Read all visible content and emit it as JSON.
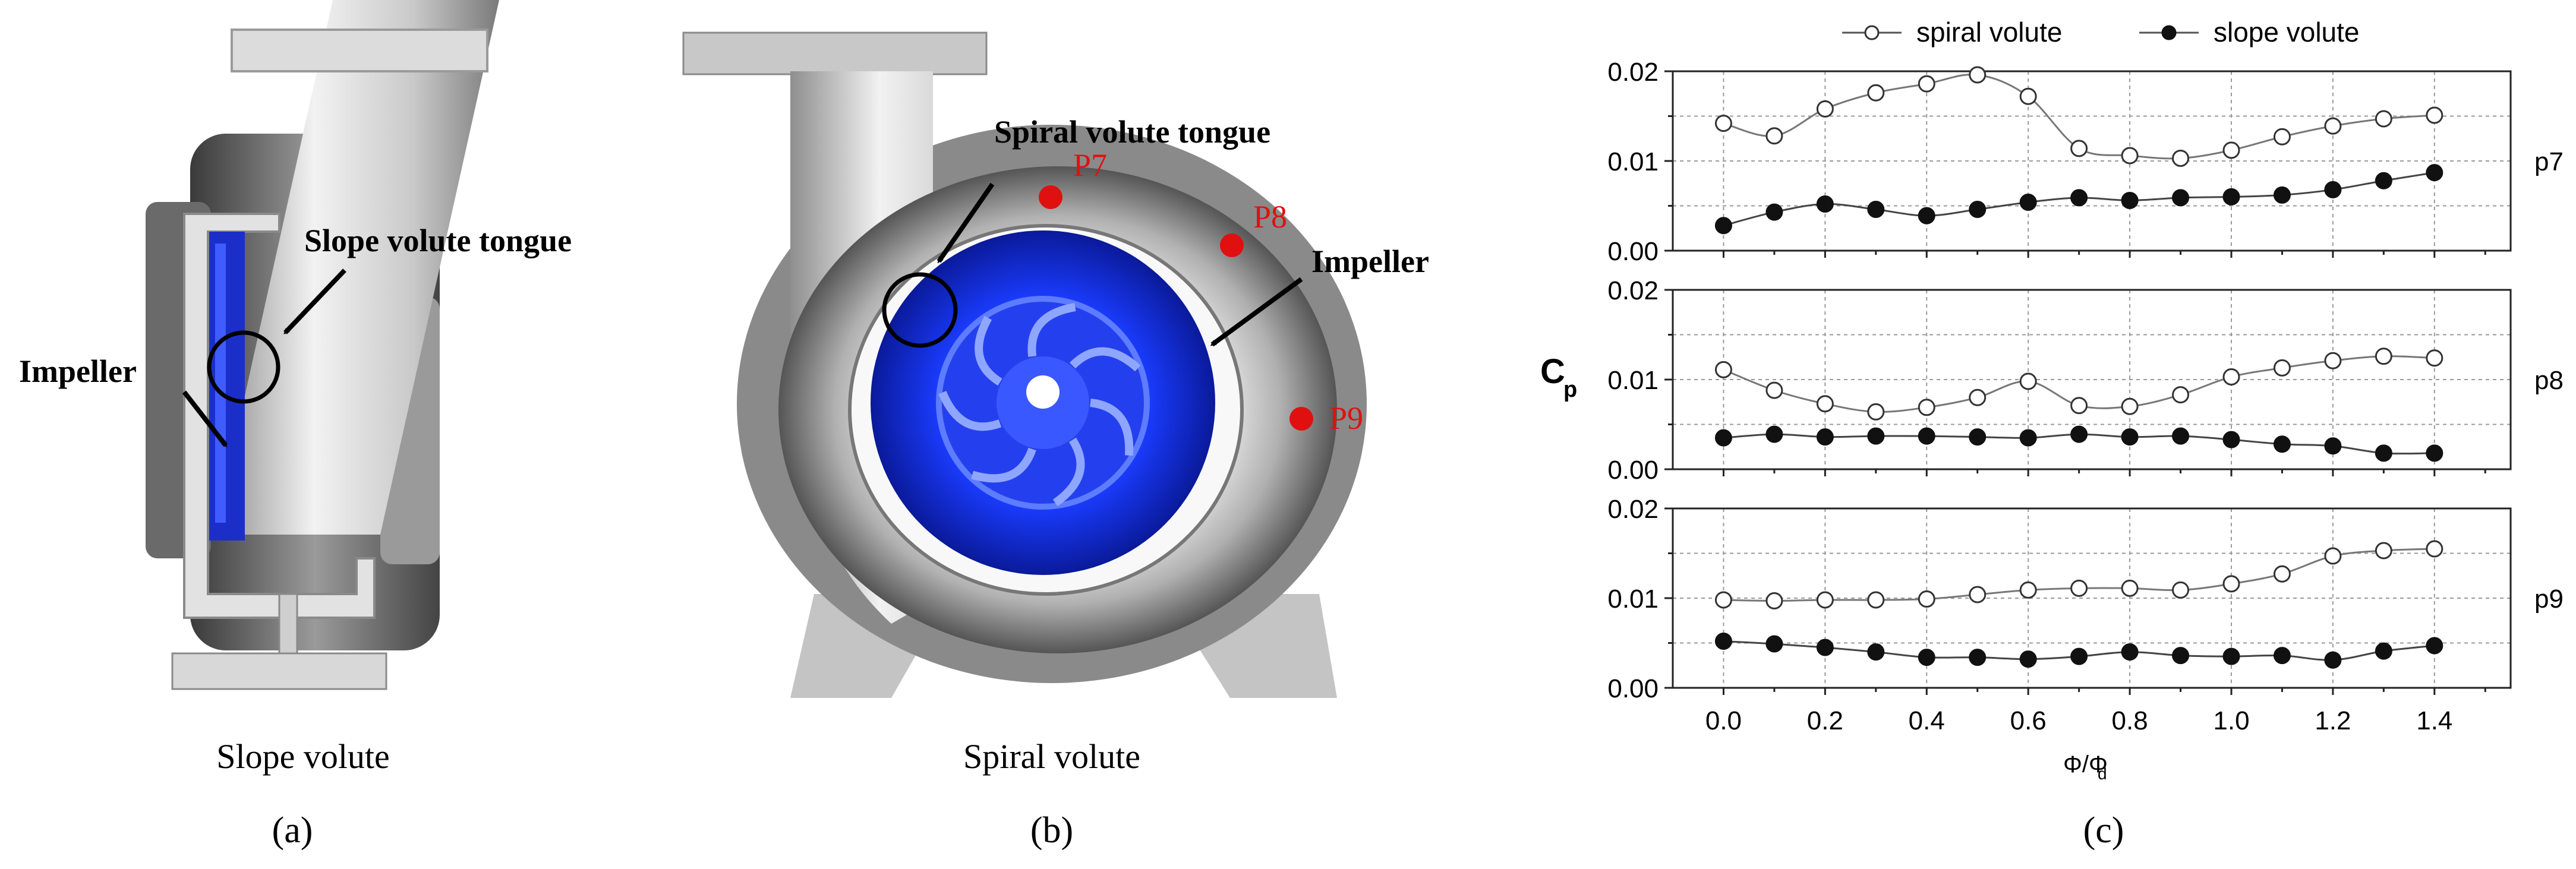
{
  "panel_a": {
    "caption": "Slope volute",
    "letter": "(a)",
    "annotations": {
      "tongue": "Slope volute tongue",
      "impeller": "Impeller"
    }
  },
  "panel_b": {
    "caption": "Spiral volute",
    "letter": "(b)",
    "annotations": {
      "tongue": "Spiral volute tongue",
      "impeller": "Impeller"
    },
    "probe_points": [
      "P7",
      "P8",
      "P9"
    ],
    "colors": {
      "probe": "#e01010",
      "impeller": "#1a3cff",
      "casing": "#b8b8b8"
    }
  },
  "panel_c": {
    "letter": "(c)"
  },
  "chart_data": {
    "type": "line",
    "legend": {
      "position": "top",
      "entries": [
        {
          "name": "spiral volute",
          "marker": "open-circle"
        },
        {
          "name": "slope volute",
          "marker": "filled-circle"
        }
      ]
    },
    "ylabel": "C",
    "ylabel_sub": "p",
    "xlabel": "Φ/Φ",
    "xlabel_sub": "d",
    "x": [
      0.0,
      0.1,
      0.2,
      0.3,
      0.4,
      0.5,
      0.6,
      0.7,
      0.8,
      0.9,
      1.0,
      1.1,
      1.2,
      1.3,
      1.4
    ],
    "xlim": [
      -0.1,
      1.55
    ],
    "xticks": [
      "0.0",
      "0.2",
      "0.4",
      "0.6",
      "0.8",
      "1.0",
      "1.2",
      "1.4"
    ],
    "grid": true,
    "subplots": [
      {
        "label": "p7",
        "ylim": [
          0,
          0.02
        ],
        "yticks": [
          "0.00",
          "0.01",
          "0.02"
        ],
        "series": [
          {
            "name": "spiral volute",
            "values": [
              0.0142,
              0.0128,
              0.0158,
              0.0176,
              0.0186,
              0.0196,
              0.0172,
              0.0114,
              0.0106,
              0.0103,
              0.0112,
              0.0127,
              0.0139,
              0.0147,
              0.0151
            ]
          },
          {
            "name": "slope volute",
            "values": [
              0.0028,
              0.0043,
              0.0052,
              0.0046,
              0.0039,
              0.0046,
              0.0054,
              0.0059,
              0.0056,
              0.0059,
              0.006,
              0.0062,
              0.0068,
              0.0078,
              0.0087
            ]
          }
        ]
      },
      {
        "label": "p8",
        "ylim": [
          0,
          0.02
        ],
        "yticks": [
          "0.00",
          "0.01",
          "0.02"
        ],
        "series": [
          {
            "name": "spiral volute",
            "values": [
              0.0111,
              0.0088,
              0.0073,
              0.0064,
              0.0069,
              0.008,
              0.0098,
              0.0071,
              0.007,
              0.0083,
              0.0103,
              0.0113,
              0.0121,
              0.0126,
              0.0124
            ]
          },
          {
            "name": "slope volute",
            "values": [
              0.0035,
              0.0039,
              0.0036,
              0.0037,
              0.0037,
              0.0036,
              0.0035,
              0.0039,
              0.0036,
              0.0037,
              0.0033,
              0.0028,
              0.0026,
              0.0018,
              0.0018
            ]
          }
        ]
      },
      {
        "label": "p9",
        "ylim": [
          0,
          0.02
        ],
        "yticks": [
          "0.00",
          "0.01",
          "0.02"
        ],
        "series": [
          {
            "name": "spiral volute",
            "values": [
              0.0098,
              0.0097,
              0.0098,
              0.0098,
              0.0099,
              0.0104,
              0.0109,
              0.0111,
              0.0111,
              0.0109,
              0.0116,
              0.0127,
              0.0147,
              0.0153,
              0.0155
            ]
          },
          {
            "name": "slope volute",
            "values": [
              0.0052,
              0.0049,
              0.0045,
              0.004,
              0.0034,
              0.0034,
              0.0032,
              0.0035,
              0.004,
              0.0036,
              0.0035,
              0.0036,
              0.0031,
              0.0041,
              0.0047
            ]
          }
        ]
      }
    ]
  }
}
